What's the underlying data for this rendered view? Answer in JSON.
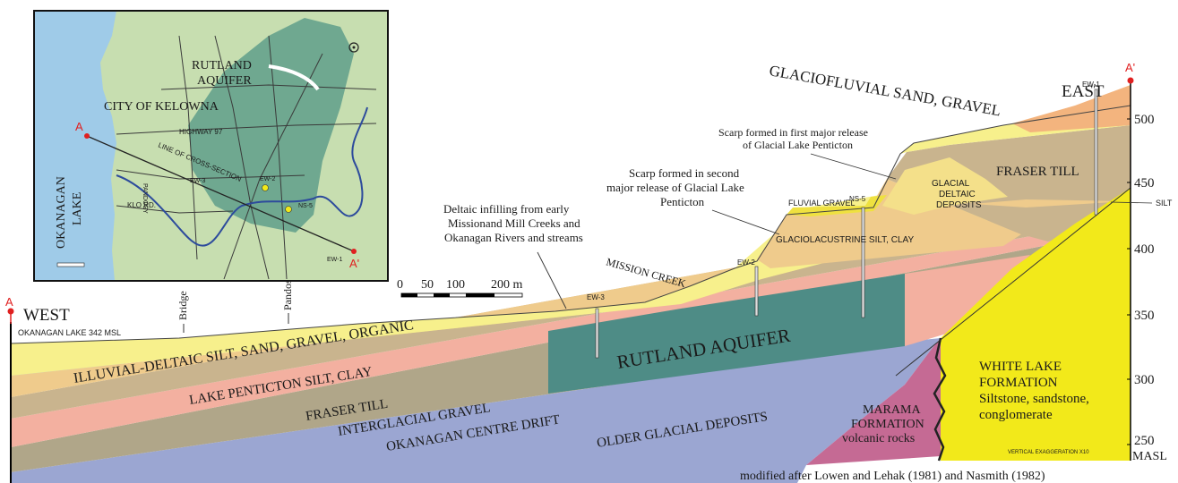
{
  "map": {
    "aquifer_label_line1": "RUTLAND",
    "aquifer_label_line2": "AQUIFER",
    "city_label": "CITY OF KELOWNA",
    "highway_label": "HIGHWAY 97",
    "road_label": "KLO RD.",
    "pandosy_label": "PANDOSY",
    "section_line_label": "LINE OF CROSS-SECTION",
    "lake_label_line1": "OKANAGAN",
    "lake_label_line2": "LAKE",
    "point_a": "A",
    "point_a_prime": "A'",
    "wells": [
      "EW-2",
      "EW-3",
      "NS-5",
      "EW-1"
    ]
  },
  "section": {
    "west_label": "WEST",
    "east_label": "EAST",
    "point_a": "A",
    "point_a_prime": "A'",
    "lake_level_label": "OKANAGAN LAKE 342 MSL",
    "scale_labels": [
      "0",
      "50",
      "100",
      "200 m"
    ],
    "road_labels": [
      "Bridge",
      "Pandosy"
    ],
    "wells": [
      "EW-3",
      "EW-2",
      "NS-5",
      "EW-1"
    ],
    "elevation_ticks": [
      "500",
      "450",
      "400",
      "350",
      "300",
      "250"
    ],
    "elevation_unit": "MASL",
    "units": {
      "glaciofluvial": "GLACIOFLUVIAL SAND, GRAVEL",
      "illuvial": "ILLUVIAL-DELTAIC SILT, SAND, GRAVEL, ORGANIC",
      "penticton": "LAKE PENTICTON SILT, CLAY",
      "fraser_till_west": "FRASER TILL",
      "fraser_till_east": "FRASER TILL",
      "interglacial": "INTERGLACIAL GRAVEL",
      "okanagan_centre": "OKANAGAN CENTRE DRIFT",
      "rutland": "RUTLAND AQUIFER",
      "older_glacial": "OLDER GLACIAL DEPOSITS",
      "glaciolacustrine": "GLACIOLACUSTRINE SILT, CLAY",
      "fluvial_gravel": "FLUVIAL GRAVEL",
      "glacial_deltaic_1": "GLACIAL",
      "glacial_deltaic_2": "DELTAIC",
      "glacial_deltaic_3": "DEPOSITS",
      "silt": "SILT",
      "marama_1": "MARAMA",
      "marama_2": "FORMATION",
      "marama_3": "volcanic rocks",
      "white_lake_1": "WHITE LAKE",
      "white_lake_2": "FORMATION",
      "white_lake_3": "Siltstone, sandstone,",
      "white_lake_4": "conglomerate"
    },
    "mission_creek": "MISSION CREEK",
    "annotations": {
      "deltaic_1": "Deltaic infilling from early",
      "deltaic_2": "Missionand Mill Creeks and",
      "deltaic_3": "Okanagan Rivers and streams",
      "scarp2_1": "Scarp formed in second",
      "scarp2_2": "major release of Glacial Lake",
      "scarp2_3": "Penticton",
      "scarp1_1": "Scarp formed in first major release",
      "scarp1_2": "of Glacial Lake Penticton"
    },
    "vertical_exaggeration": "VERTICAL EXAGGERATION X10",
    "credit": "modified after Lowen and Lehak (1981) and Nasmith (1982)"
  },
  "colors": {
    "aquifer": "#4e8c86",
    "illuvial": "#f7f08c",
    "penticton": "#efcb8c",
    "fraser_till": "#c9b48e",
    "interglacial": "#f3b0a0",
    "okanagan_centre": "#b0a689",
    "older_glacial": "#9ba6d2",
    "marama": "#c56a94",
    "white_lake": "#f2e91a",
    "map_land": "#c7deb0",
    "map_aquifer": "#6fa890",
    "lake": "#9fcbe8"
  }
}
